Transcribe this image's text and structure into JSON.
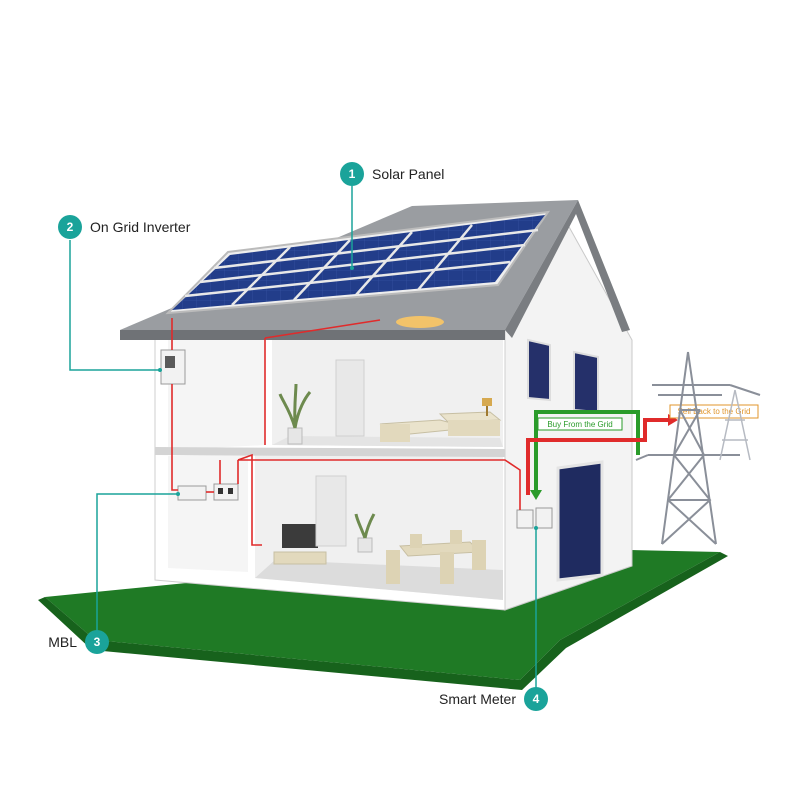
{
  "callouts": [
    {
      "num": "1",
      "label": "Solar Panel"
    },
    {
      "num": "2",
      "label": "On Grid Inverter"
    },
    {
      "num": "3",
      "label": "MBL"
    },
    {
      "num": "4",
      "label": "Smart Meter"
    }
  ],
  "flows": {
    "buy": "Buy From the Grid",
    "sell": "Sell Back to the Grid"
  },
  "colors": {
    "callout_teal": "#1aa39a",
    "wire_red": "#e02b2b",
    "arrow_green": "#2a9b2a",
    "ground_green": "#1f7a25",
    "panel_blue": "#243f8c",
    "roof_gray": "#8c8f92"
  }
}
